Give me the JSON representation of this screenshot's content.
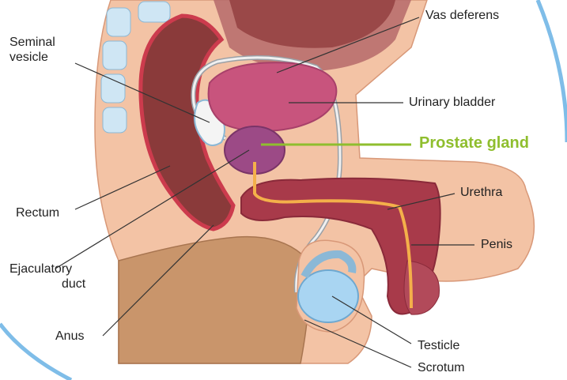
{
  "labels": {
    "vas_deferens": "Vas deferens",
    "seminal_vesicle_1": "Seminal",
    "seminal_vesicle_2": "vesicle",
    "urinary_bladder": "Urinary bladder",
    "prostate_gland": "Prostate gland",
    "rectum": "Rectum",
    "urethra": "Urethra",
    "penis": "Penis",
    "ejaculatory_duct_1": "Ejaculatory",
    "ejaculatory_duct_2": "duct",
    "anus": "Anus",
    "testicle": "Testicle",
    "scrotum": "Scrotum"
  },
  "colors": {
    "skin": "#f3c3a5",
    "tissue": "#c9956b",
    "rectum": "#8a3a3a",
    "rectum_edge": "#cc3b4d",
    "spine": "#cfe6f4",
    "bladder": "#c8547d",
    "prostate": "#9c4a86",
    "penis": "#a83a4a",
    "duct": "#e0e0e0",
    "urethra": "#f4b04a",
    "testicle": "#a9d5f2",
    "circle_border": "#7fbde8",
    "highlight": "#8fbe2e",
    "leader": "#333333"
  }
}
